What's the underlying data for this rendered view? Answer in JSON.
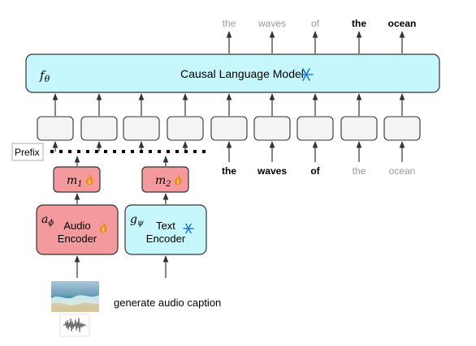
{
  "lm": {
    "symbol_base": "f",
    "symbol_sub": "θ",
    "label": "Causal Language Model",
    "icon": "snowflake-icon"
  },
  "prefix_label": "Prefix",
  "outputs": [
    {
      "text": "the",
      "emphasis": false
    },
    {
      "text": "waves",
      "emphasis": false
    },
    {
      "text": "of",
      "emphasis": false
    },
    {
      "text": "the",
      "emphasis": true
    },
    {
      "text": "ocean",
      "emphasis": true
    }
  ],
  "inputs": [
    {
      "text": "the",
      "emphasis": true
    },
    {
      "text": "waves",
      "emphasis": true
    },
    {
      "text": "of",
      "emphasis": true
    },
    {
      "text": "the",
      "emphasis": false
    },
    {
      "text": "ocean",
      "emphasis": false
    }
  ],
  "mappers": [
    {
      "symbol_base": "m",
      "symbol_sub": "1",
      "icon": "flame-icon"
    },
    {
      "symbol_base": "m",
      "symbol_sub": "2",
      "icon": "flame-icon"
    }
  ],
  "audio_encoder": {
    "symbol_base": "a",
    "symbol_sub": "ϕ",
    "line1": "Audio",
    "line2": "Encoder",
    "icon": "flame-icon"
  },
  "text_encoder": {
    "symbol_base": "g",
    "symbol_sub": "ψ",
    "line1": "Text",
    "line2": "Encoder",
    "icon": "snowflake-icon"
  },
  "prompt": "generate audio caption",
  "colors": {
    "lm_fill": "#c6f7fc",
    "audio_fill": "#f59a9c",
    "text_fill": "#c6f7fc",
    "token_fill": "#f4f4f4",
    "dim_text": "#999999",
    "strong_text": "#000000",
    "flame": "#f08a24",
    "snowflake": "#1f78d1"
  }
}
